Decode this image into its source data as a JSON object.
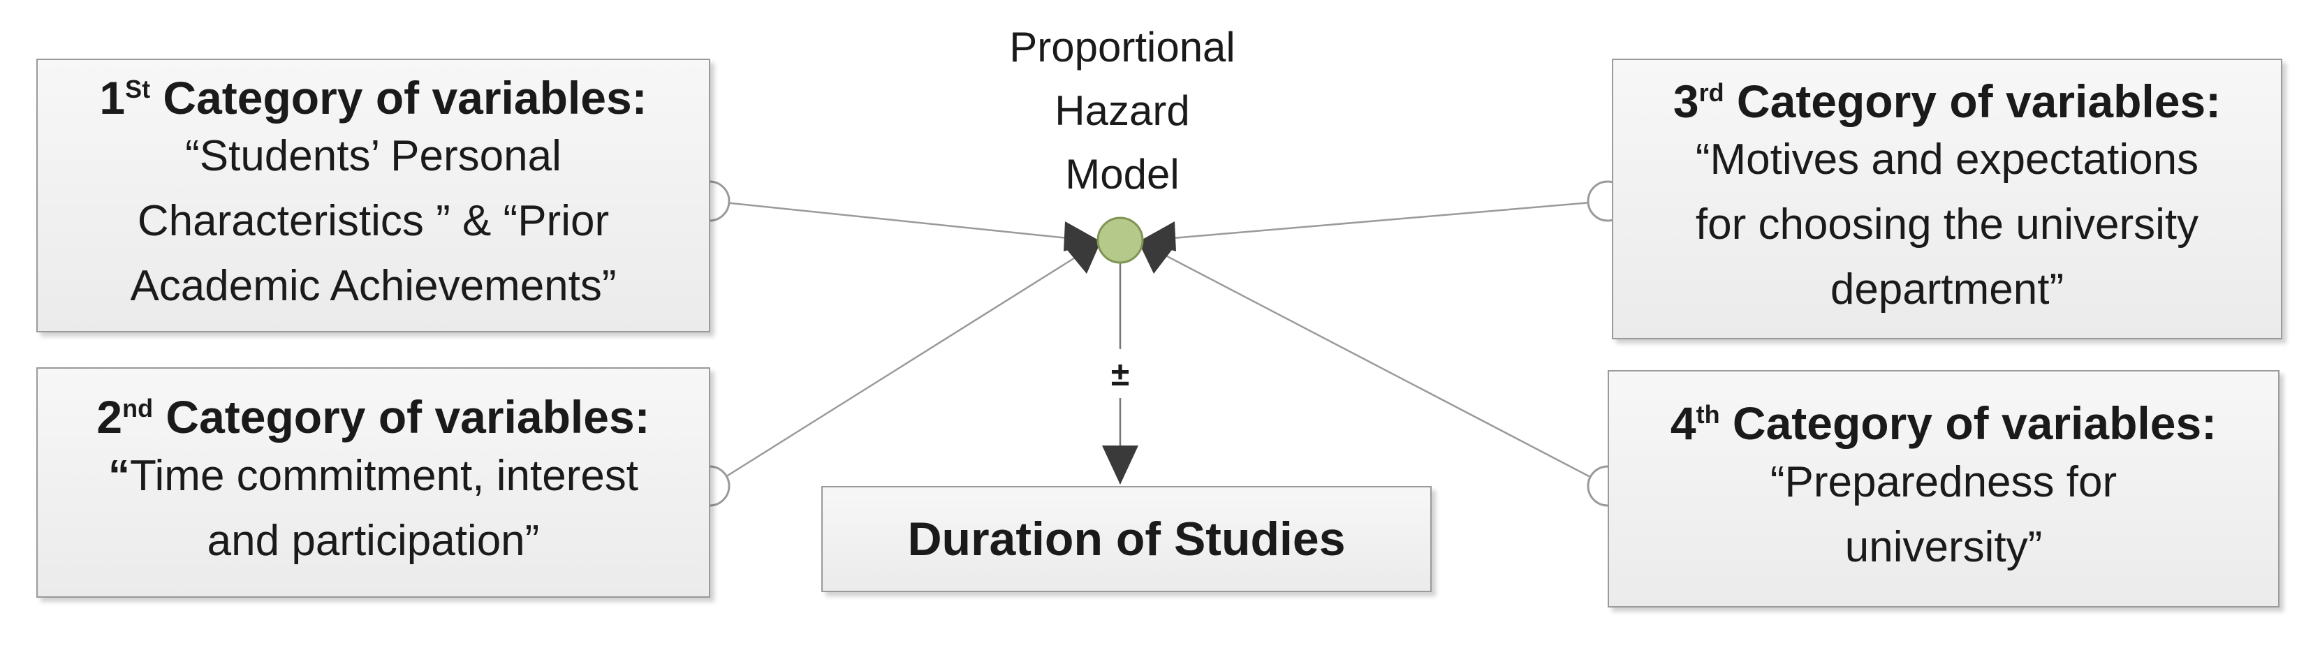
{
  "model": {
    "label_lines": [
      "Proportional",
      "Hazard",
      "Model"
    ],
    "sign": "±"
  },
  "categories": [
    {
      "ordinal": "1",
      "ordinal_suffix": "St",
      "title": "Category of variables:",
      "desc_lines": [
        "“Students’ Personal",
        "Characteristics ” &  “Prior",
        "Academic Achievements”"
      ]
    },
    {
      "ordinal": "2",
      "ordinal_suffix": "nd",
      "title": "Category of variables:",
      "desc_lead": "“",
      "desc_lines": [
        "Time commitment, interest",
        "and  participation”"
      ]
    },
    {
      "ordinal": "3",
      "ordinal_suffix": "rd",
      "title": " Category of variables:",
      "desc_lines": [
        "“Motives and expectations",
        "for choosing the university",
        "department”"
      ]
    },
    {
      "ordinal": "4",
      "ordinal_suffix": "th",
      "title": "Category of variables:",
      "desc_lines": [
        "“Preparedness for",
        "university”"
      ]
    }
  ],
  "outcome": {
    "label": "Duration of Studies"
  },
  "colors": {
    "hub_fill": "#b4c98a",
    "hub_stroke": "#7f9455",
    "connector": "#9a9a9a",
    "arrow": "#3a3a3a",
    "box_border": "#9a9a9a"
  }
}
